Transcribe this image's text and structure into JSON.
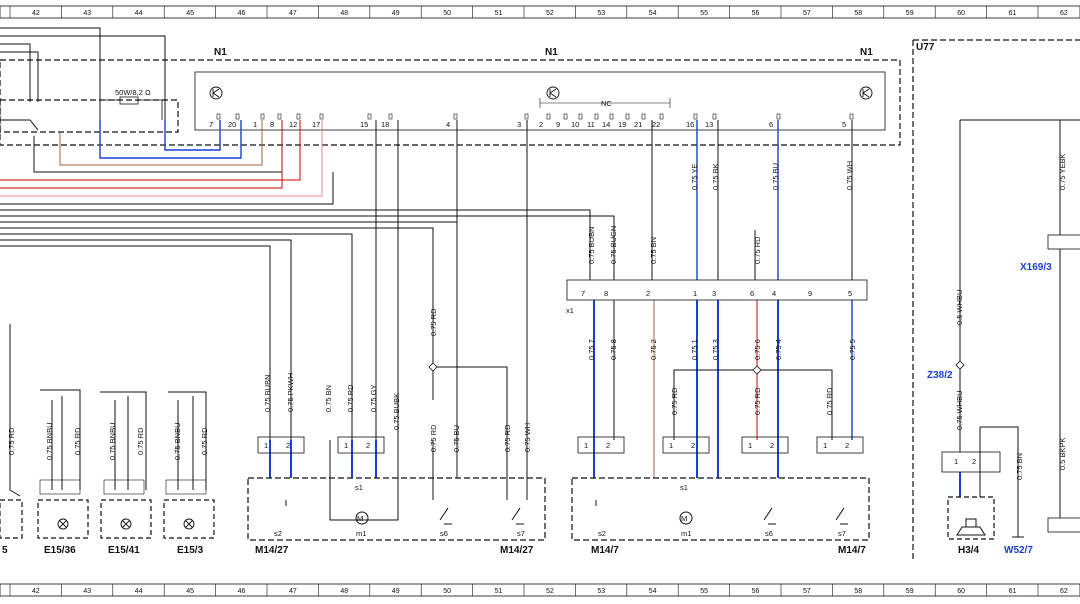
{
  "ruler": {
    "numbers": [
      "42",
      "43",
      "44",
      "45",
      "46",
      "47",
      "48",
      "49",
      "50",
      "51",
      "52",
      "53",
      "54",
      "55",
      "56",
      "57",
      "58",
      "59",
      "60",
      "61",
      "62"
    ]
  },
  "components": {
    "n1": "N1",
    "u77": "U77",
    "x1": "x1",
    "resistor": "50W/8,2 Ω",
    "nc": "NC",
    "x169_3": "X169/3",
    "z38_2": "Z38/2",
    "w52_7": "W52/7",
    "h3_4": "H3/4",
    "e15_36": "E15/36",
    "e15_41": "E15/41",
    "e15_3": "E15/3",
    "e15_partial": "5",
    "m14_27": "M14/27",
    "m14_7": "M14/7",
    "s1": "s1",
    "s2": "s2",
    "s6": "s6",
    "s7": "s7",
    "m1": "m1"
  },
  "n1_pins": [
    "7",
    "20",
    "1",
    "8",
    "12",
    "17",
    "15",
    "18",
    "4",
    "3",
    "2",
    "9",
    "10",
    "11",
    "14",
    "19",
    "21",
    "22",
    "16",
    "13",
    "6",
    "5"
  ],
  "x1_pins": [
    "7",
    "8",
    "2",
    "1",
    "3",
    "6",
    "4",
    "9",
    "5"
  ],
  "wires": {
    "ye": "0.75 YE",
    "bk": "0.75 BK",
    "bu": "0.75 BU",
    "wh": "0.75 WH",
    "bubn": "0.75 BUBN",
    "bugn": "0.75 BUGN",
    "bn": "0.75 BN",
    "rd": "0.75 RD",
    "bubn_l": "0.75 BUBN",
    "pkwh": "0.75 PKWH",
    "bn_l": "0.75 BN",
    "rd_l": "0.75 RD",
    "gy": "0.75 GY",
    "bubk": "0.75 BUBK",
    "rd_mid": "0.75 RD",
    "rd_s6": "0.75 RD",
    "bu_s6": "0.75 BU",
    "rd_s7": "0.75 RD",
    "wh_s7": "0.75 WH",
    "x7": "0.75 7",
    "x8": "0.75 8",
    "x2": "0.75 2",
    "x1w": "0.75 1",
    "x3": "0.75 3",
    "x6": "0.75 6",
    "x4": "0.75 4",
    "x5": "0.75 5",
    "rd_m": "0.75 RD",
    "rd_s6r": "0.75 RD",
    "rd_s7r": "0.75 RD",
    "rdhu": "0.75 RD",
    "bnbu1": "0.75 BNBU",
    "rd1": "0.75 RD",
    "bnbu2": "0.75 BNBU",
    "rd2": "0.75 RD",
    "bnbu3": "0.75 BNBU",
    "rd3": "0.75 RD",
    "whbu": "0.5 WHBU",
    "whbu2": "0.75 WHBU",
    "bn_u": "0.75 BN",
    "yebk": "0.75 YEBK",
    "bkpk": "0.5 BKPK"
  },
  "plug_pins": {
    "p1": "1",
    "p2": "2"
  },
  "colors": {
    "blue": "#1a3fd6",
    "red": "#d40000",
    "pink": "#e88a8a",
    "brown": "#a0643c",
    "black": "#111111"
  }
}
